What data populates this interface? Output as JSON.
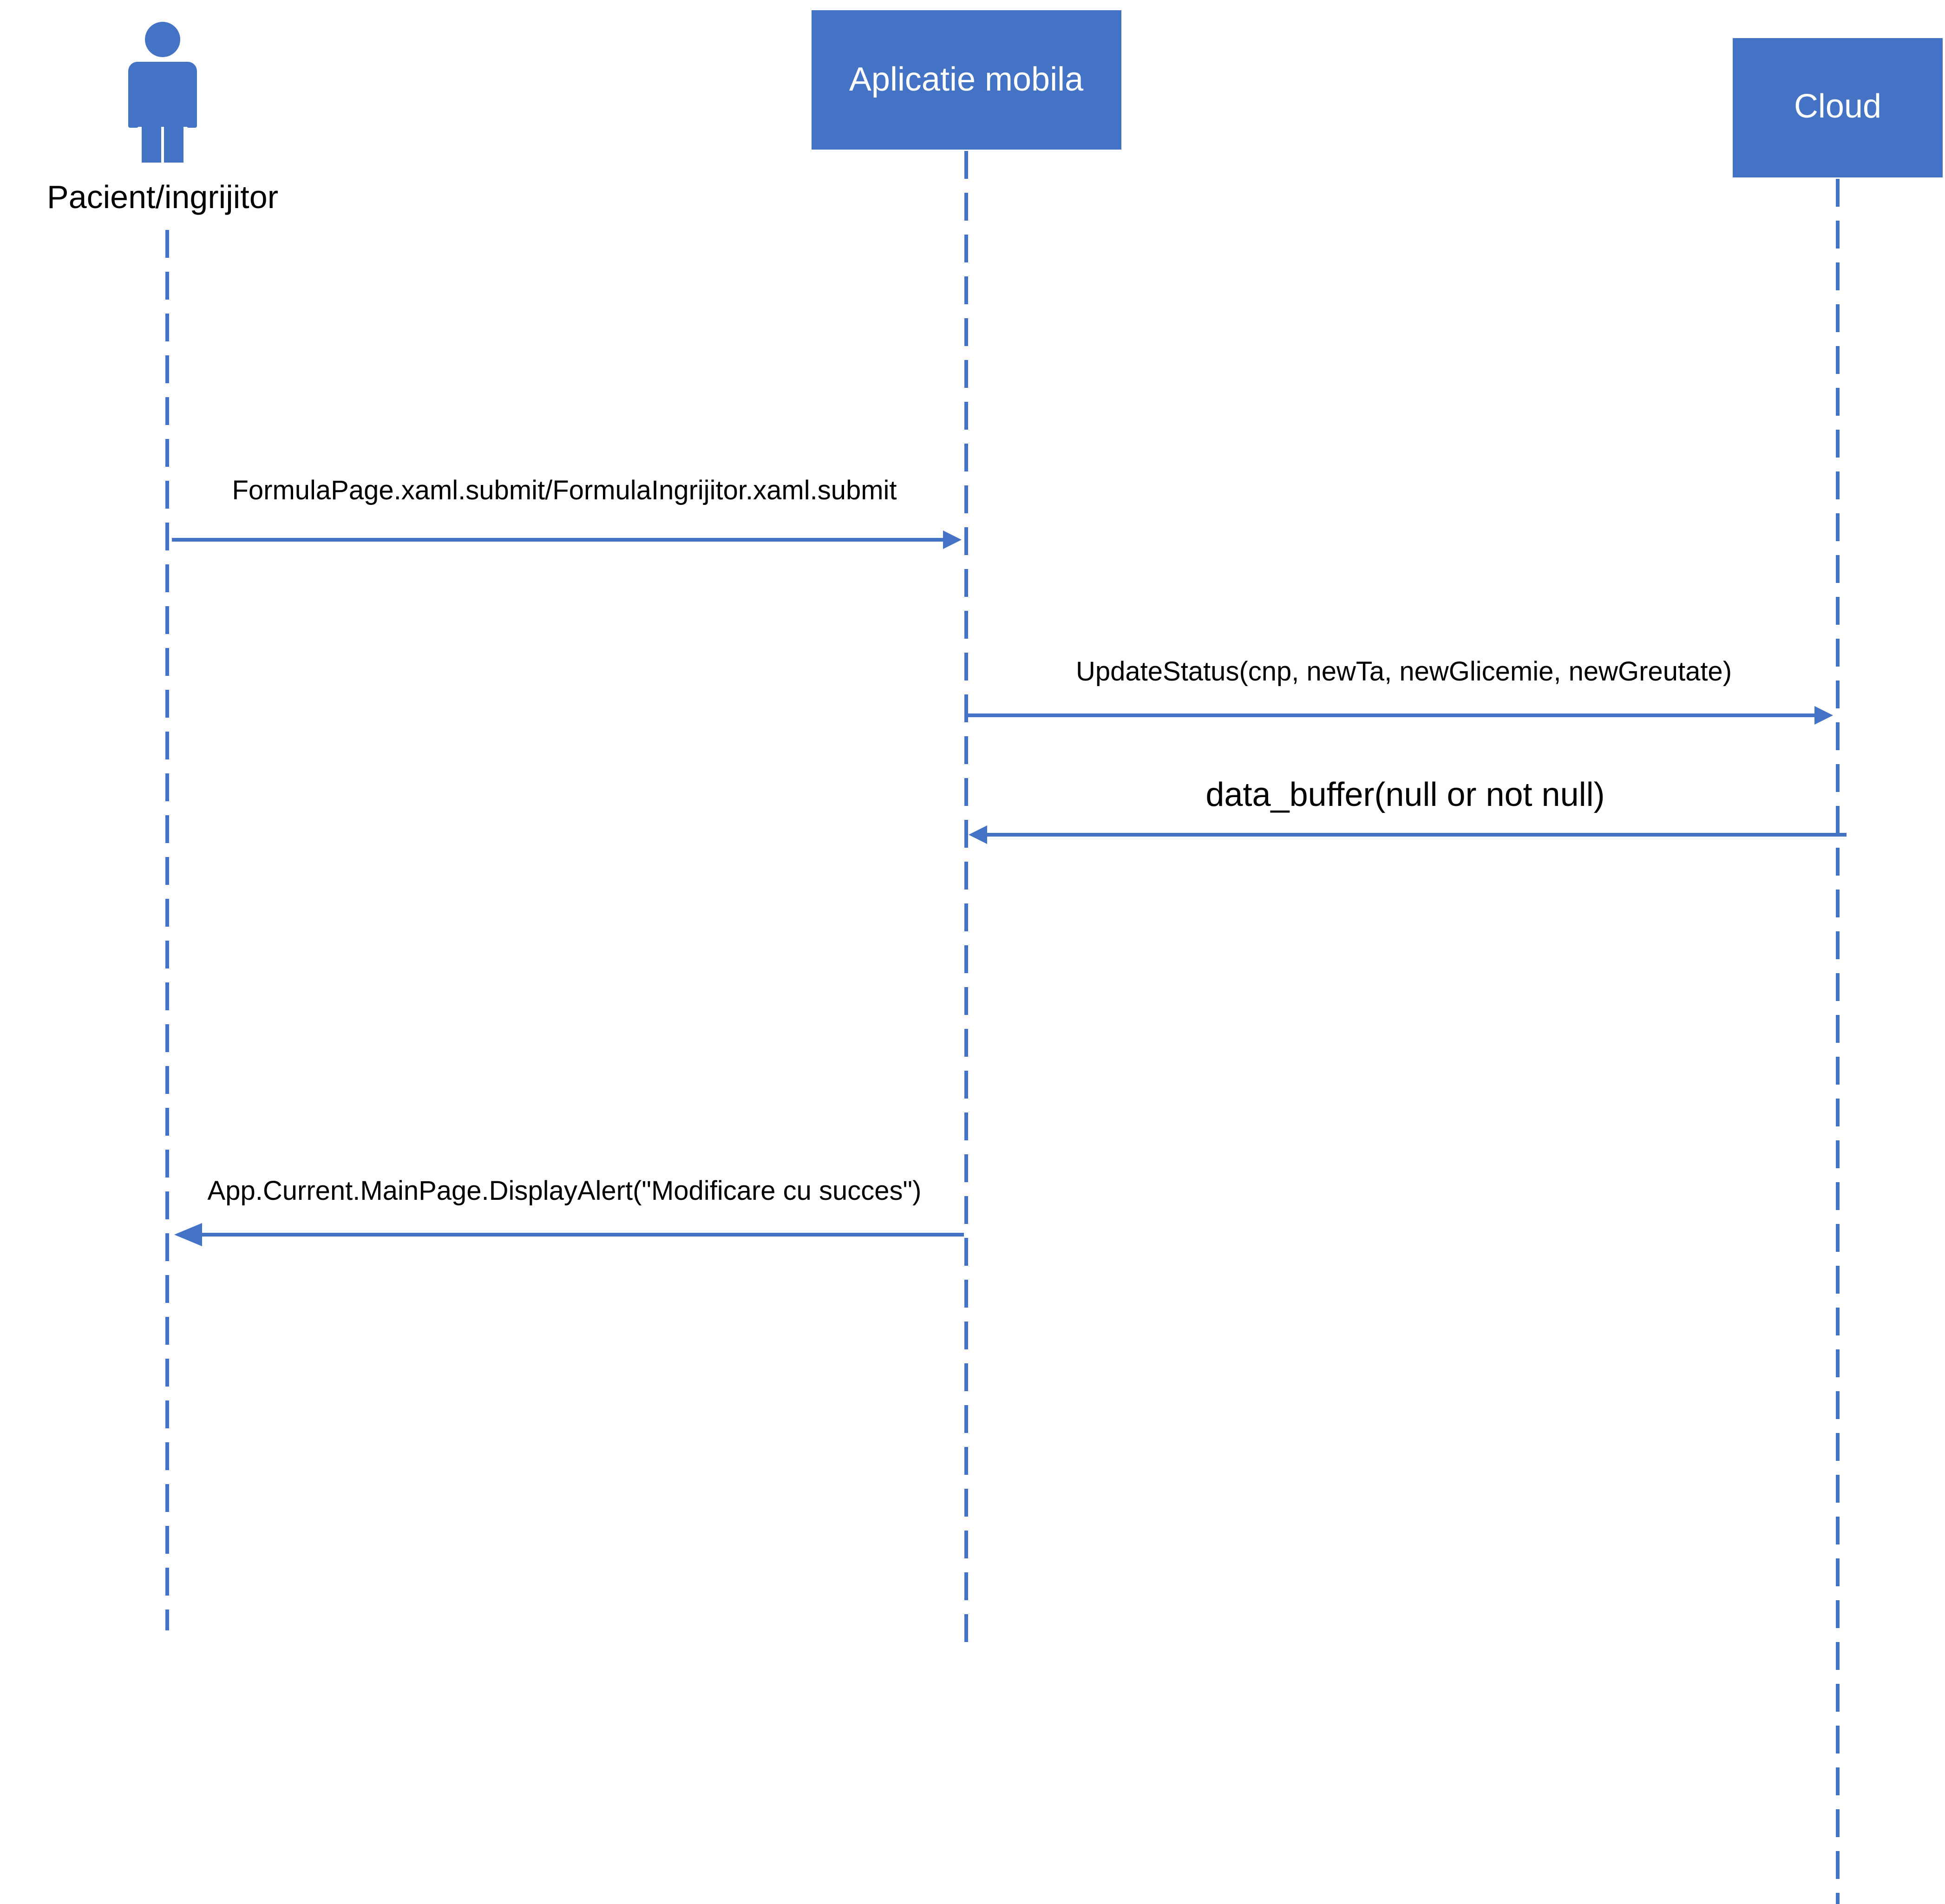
{
  "diagram": {
    "type": "sequence",
    "color": "#4472C4",
    "participants": {
      "actor": {
        "label": "Pacient/ingrijitor",
        "icon": "person-icon"
      },
      "app": {
        "label": "Aplicatie mobila"
      },
      "cloud": {
        "label": "Cloud"
      }
    },
    "messages": [
      {
        "from": "Pacient/ingrijitor",
        "to": "Aplicatie mobila",
        "label": "FormulaPage.xaml.submit/FormulaIngrijitor.xaml.submit"
      },
      {
        "from": "Aplicatie mobila",
        "to": "Cloud",
        "label": "UpdateStatus(cnp, newTa, newGlicemie, newGreutate)"
      },
      {
        "from": "Cloud",
        "to": "Aplicatie mobila",
        "label": "data_buffer(null or not null)"
      },
      {
        "from": "Aplicatie mobila",
        "to": "Pacient/ingrijitor",
        "label": "App.Current.MainPage.DisplayAlert(\"Modificare cu succes\")"
      }
    ]
  }
}
